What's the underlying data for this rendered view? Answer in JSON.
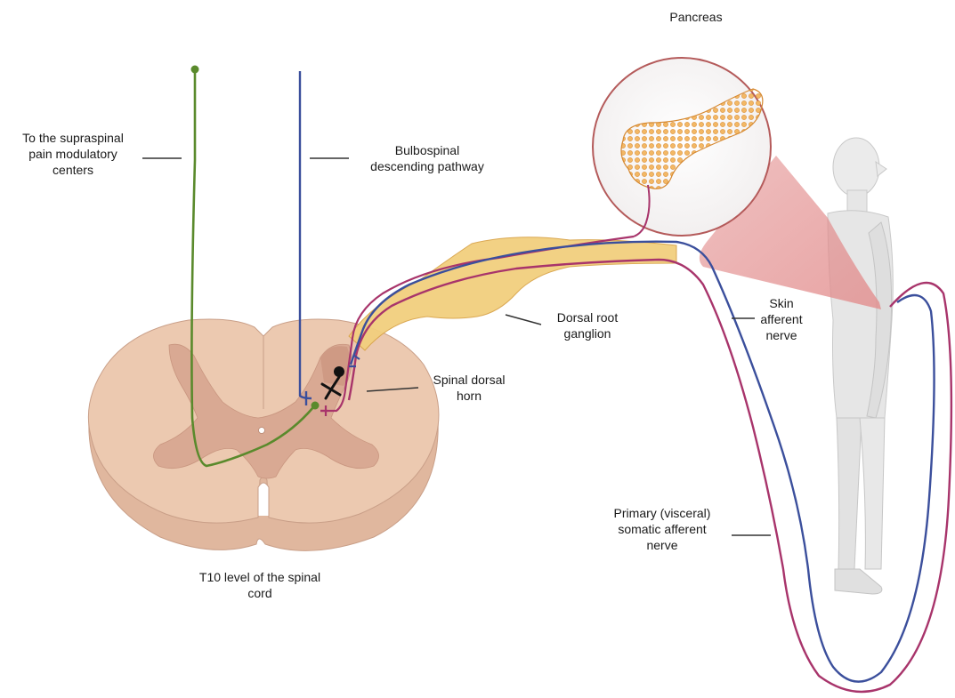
{
  "labels": {
    "pancreas": "Pancreas",
    "supraspinal": "To the supraspinal\npain modulatory\ncenters",
    "bulbospinal": "Bulbospinal\ndescending pathway",
    "drg": "Dorsal root\nganglion",
    "dorsal_horn": "Spinal dorsal\nhorn",
    "skin_nerve": "Skin\nafferent\nnerve",
    "primary_nerve": "Primary (visceral)\nsomatic afferent\nnerve",
    "t10": "T10 level of the spinal\ncord"
  },
  "colors": {
    "green_pathway": "#5a8a2c",
    "blue_pathway": "#3b4f9c",
    "visceral_nerve": "#a8346b",
    "spinal_cord": "#ecc9b0",
    "gray_matter": "#d9a993",
    "ganglion": "#f2cf7e",
    "pancreas": "#eeaa55",
    "body": "#e6e6e6",
    "zoom_cone": "#e28c8c"
  }
}
